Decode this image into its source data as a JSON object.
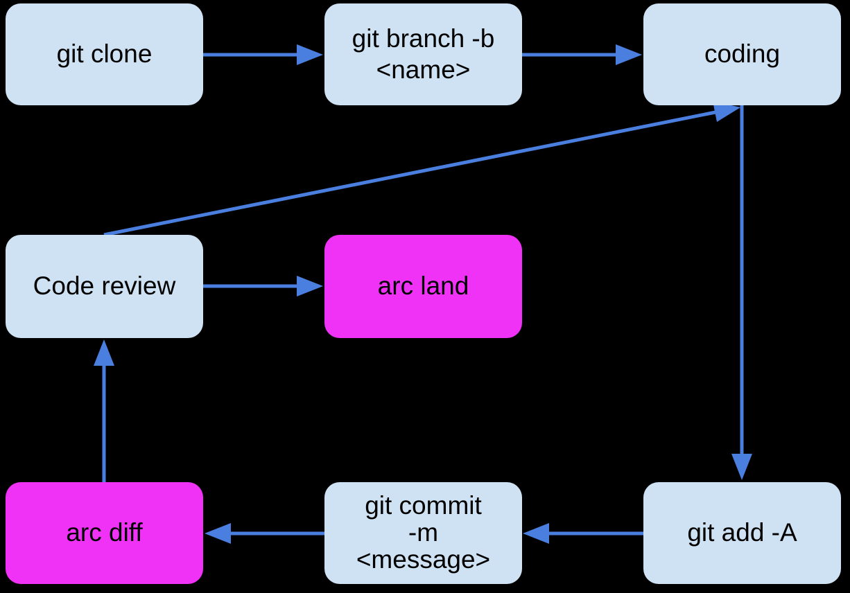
{
  "diagram": {
    "nodes": {
      "git_clone": {
        "lines": [
          "git clone"
        ],
        "kind": "step"
      },
      "git_branch": {
        "lines": [
          "git branch -b",
          "<name>"
        ],
        "kind": "step"
      },
      "coding": {
        "lines": [
          "coding"
        ],
        "kind": "step"
      },
      "code_review": {
        "lines": [
          "Code review"
        ],
        "kind": "step"
      },
      "arc_land": {
        "lines": [
          "arc land"
        ],
        "kind": "arc"
      },
      "arc_diff": {
        "lines": [
          "arc diff"
        ],
        "kind": "arc"
      },
      "git_commit": {
        "lines": [
          "git commit",
          "-m",
          "<message>"
        ],
        "kind": "step"
      },
      "git_add": {
        "lines": [
          "git add -A"
        ],
        "kind": "step"
      }
    },
    "edges": [
      {
        "from": "git_clone",
        "to": "git_branch"
      },
      {
        "from": "git_branch",
        "to": "coding"
      },
      {
        "from": "coding",
        "to": "git_add"
      },
      {
        "from": "git_add",
        "to": "git_commit"
      },
      {
        "from": "git_commit",
        "to": "arc_diff"
      },
      {
        "from": "arc_diff",
        "to": "code_review"
      },
      {
        "from": "code_review",
        "to": "arc_land"
      },
      {
        "from": "code_review",
        "to": "coding"
      }
    ],
    "colors": {
      "background": "#000000",
      "step_fill": "#cfe2f3",
      "arc_fill": "#f032f6",
      "arrow": "#4a7fe0",
      "text": "#000000"
    }
  }
}
